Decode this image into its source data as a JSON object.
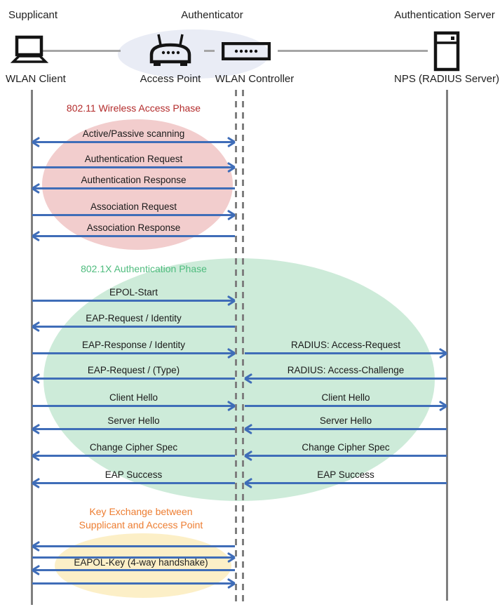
{
  "colors": {
    "arrow": "#3f6db8",
    "lifeline": "#7f7f7f",
    "connector": "#a6a6a6",
    "phase1_title": "#b32b2b",
    "phase2_title": "#4fbc7e",
    "phase3_title": "#ed7d31",
    "phase1_fill": "#f2cdcd",
    "phase2_fill": "#cdebd9",
    "phase3_fill": "#fcefc7",
    "auth_fill": "#e9ecf5"
  },
  "actors": {
    "supplicant_role": "Supplicant",
    "authenticator_role": "Authenticator",
    "auth_server_role": "Authentication Server",
    "client_device": "WLAN Client",
    "access_point_device": "Access Point",
    "controller_device": "WLAN Controller",
    "server_device": "NPS (RADIUS Server)"
  },
  "icons": {
    "supplicant": "laptop-icon",
    "access_point": "wireless-router-icon",
    "controller": "switch-icon",
    "server": "server-tower-icon"
  },
  "phases": {
    "phase1_title": "802.11 Wireless Access Phase",
    "phase2_title": "802.1X Authentication Phase",
    "phase3_title_line1": "Key Exchange between",
    "phase3_title_line2": "Supplicant and Access Point"
  },
  "messages": {
    "phase1": [
      {
        "label": "Active/Passive scanning",
        "direction": "both"
      },
      {
        "label": "Authentication Request",
        "direction": "right"
      },
      {
        "label": "Authentication Response",
        "direction": "left"
      },
      {
        "label": "Association Request",
        "direction": "right"
      },
      {
        "label": "Association Response",
        "direction": "left"
      }
    ],
    "phase2_left": [
      {
        "label": "EPOL-Start",
        "direction": "right"
      },
      {
        "label": "EAP-Request / Identity",
        "direction": "left"
      },
      {
        "label": "EAP-Response / Identity",
        "direction": "right"
      },
      {
        "label": "EAP-Request / (Type)",
        "direction": "left"
      },
      {
        "label": "Client Hello",
        "direction": "right"
      },
      {
        "label": "Server Hello",
        "direction": "left"
      },
      {
        "label": "Change Cipher Spec",
        "direction": "left"
      },
      {
        "label": "EAP Success",
        "direction": "left"
      }
    ],
    "phase2_right": [
      {
        "label": "RADIUS: Access-Request",
        "direction": "right"
      },
      {
        "label": "RADIUS: Access-Challenge",
        "direction": "left"
      },
      {
        "label": "Client Hello",
        "direction": "right"
      },
      {
        "label": "Server Hello",
        "direction": "left"
      },
      {
        "label": "Change Cipher Spec",
        "direction": "left"
      },
      {
        "label": "EAP Success",
        "direction": "left"
      }
    ],
    "phase3": {
      "label": "EAPOL-Key (4-way handshake)",
      "arrows": [
        "left",
        "right",
        "left",
        "right"
      ]
    }
  }
}
